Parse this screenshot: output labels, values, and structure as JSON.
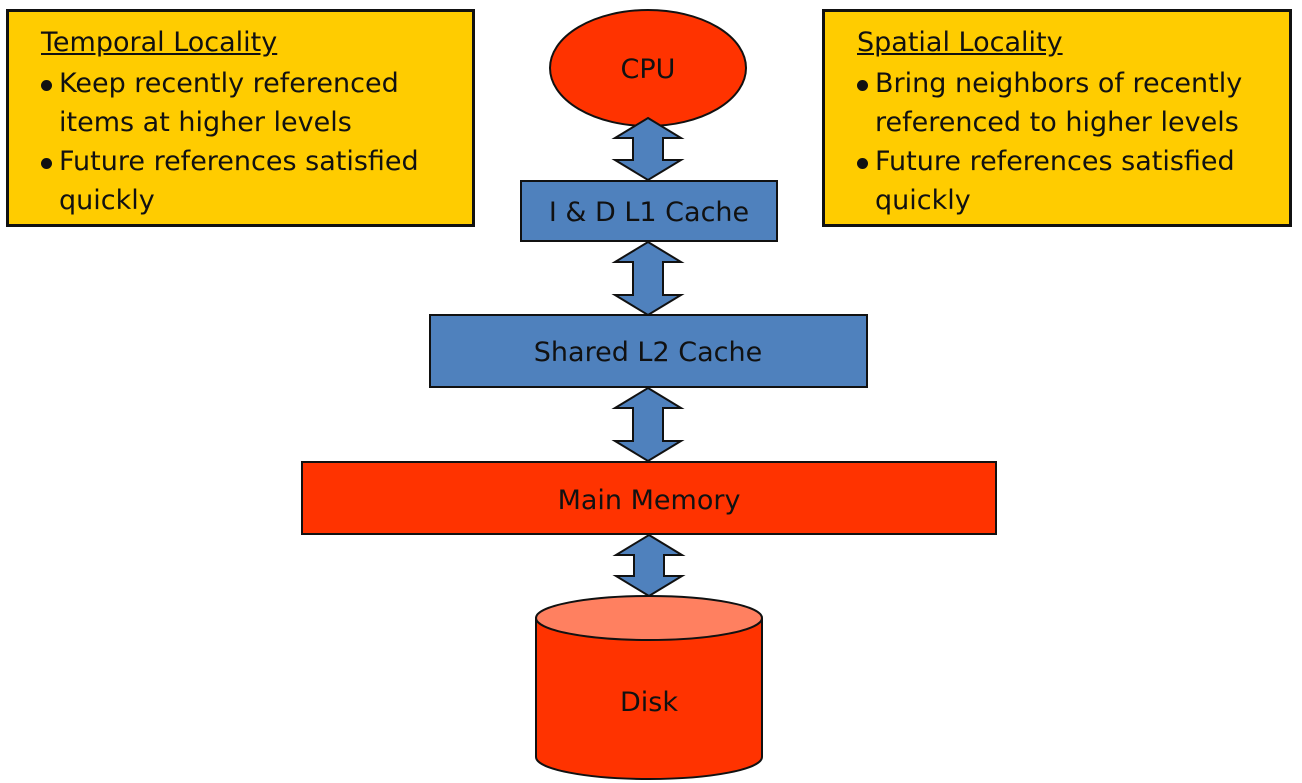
{
  "colors": {
    "callout_fill": "#ffcc00",
    "red_fill": "#ff3300",
    "disk_top_fill": "#ff8060",
    "blue_fill": "#4f81bd",
    "stroke": "#111111"
  },
  "callouts": {
    "temporal": {
      "title": "Temporal Locality",
      "bullets": [
        "Keep recently referenced items at higher levels",
        "Future references satisfied quickly"
      ]
    },
    "spatial": {
      "title": "Spatial Locality",
      "bullets": [
        "Bring neighbors of recently referenced to higher levels",
        "Future references satisfied quickly"
      ]
    }
  },
  "hierarchy": {
    "cpu": "CPU",
    "l1": "I & D L1 Cache",
    "l2": "Shared L2 Cache",
    "memory": "Main Memory",
    "disk": "Disk"
  },
  "arrows": [
    {
      "from": "CPU",
      "to": "I & D L1 Cache",
      "direction": "bidirectional"
    },
    {
      "from": "I & D L1 Cache",
      "to": "Shared L2 Cache",
      "direction": "bidirectional"
    },
    {
      "from": "Shared L2 Cache",
      "to": "Main Memory",
      "direction": "bidirectional"
    },
    {
      "from": "Main Memory",
      "to": "Disk",
      "direction": "bidirectional"
    }
  ]
}
